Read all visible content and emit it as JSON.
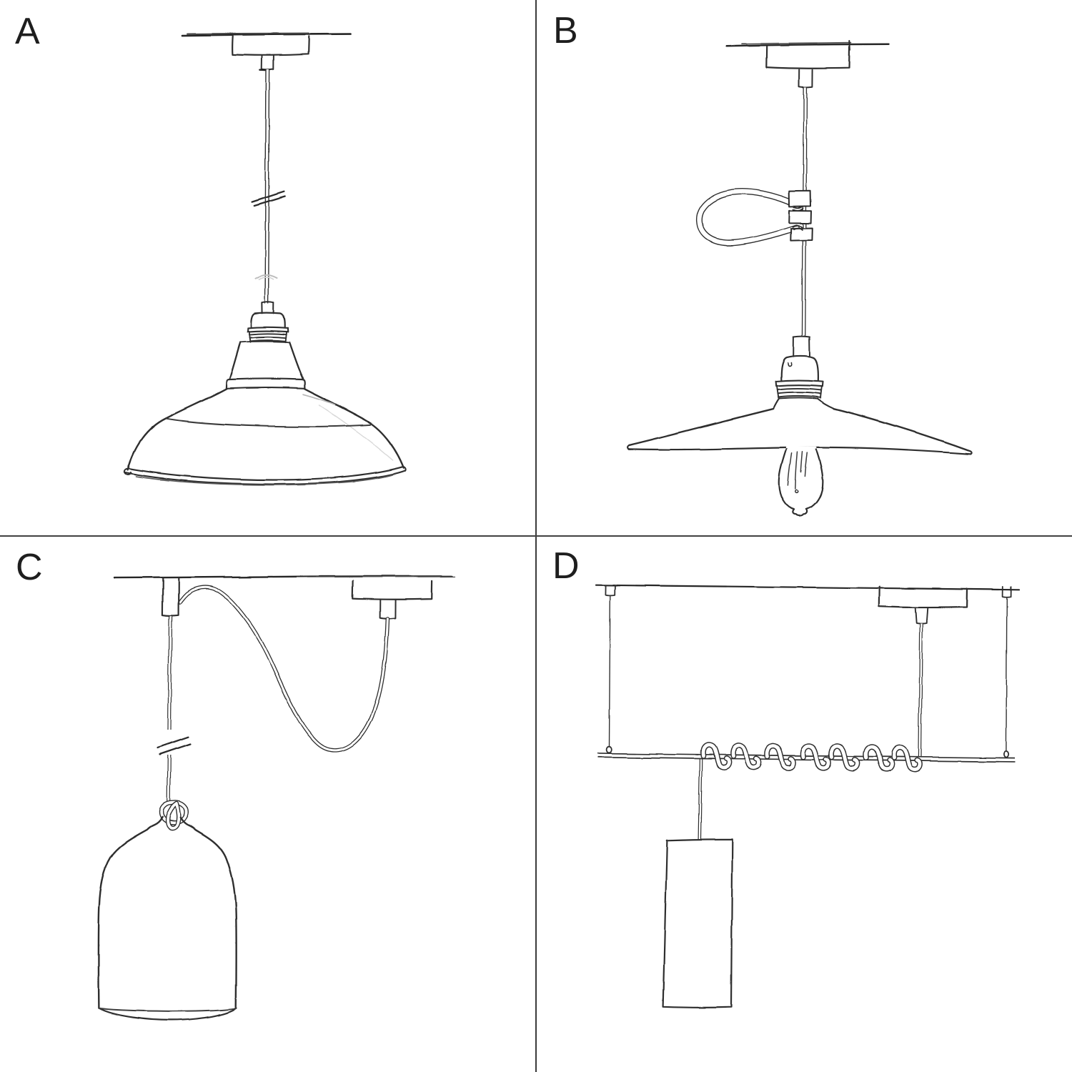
{
  "canvas": {
    "background": "#ffffff",
    "ink_color": "#2e2e2e",
    "divider_color": "#3a3a3a"
  },
  "panels": [
    {
      "label": "A"
    },
    {
      "label": "B"
    },
    {
      "label": "C"
    },
    {
      "label": "D"
    }
  ]
}
